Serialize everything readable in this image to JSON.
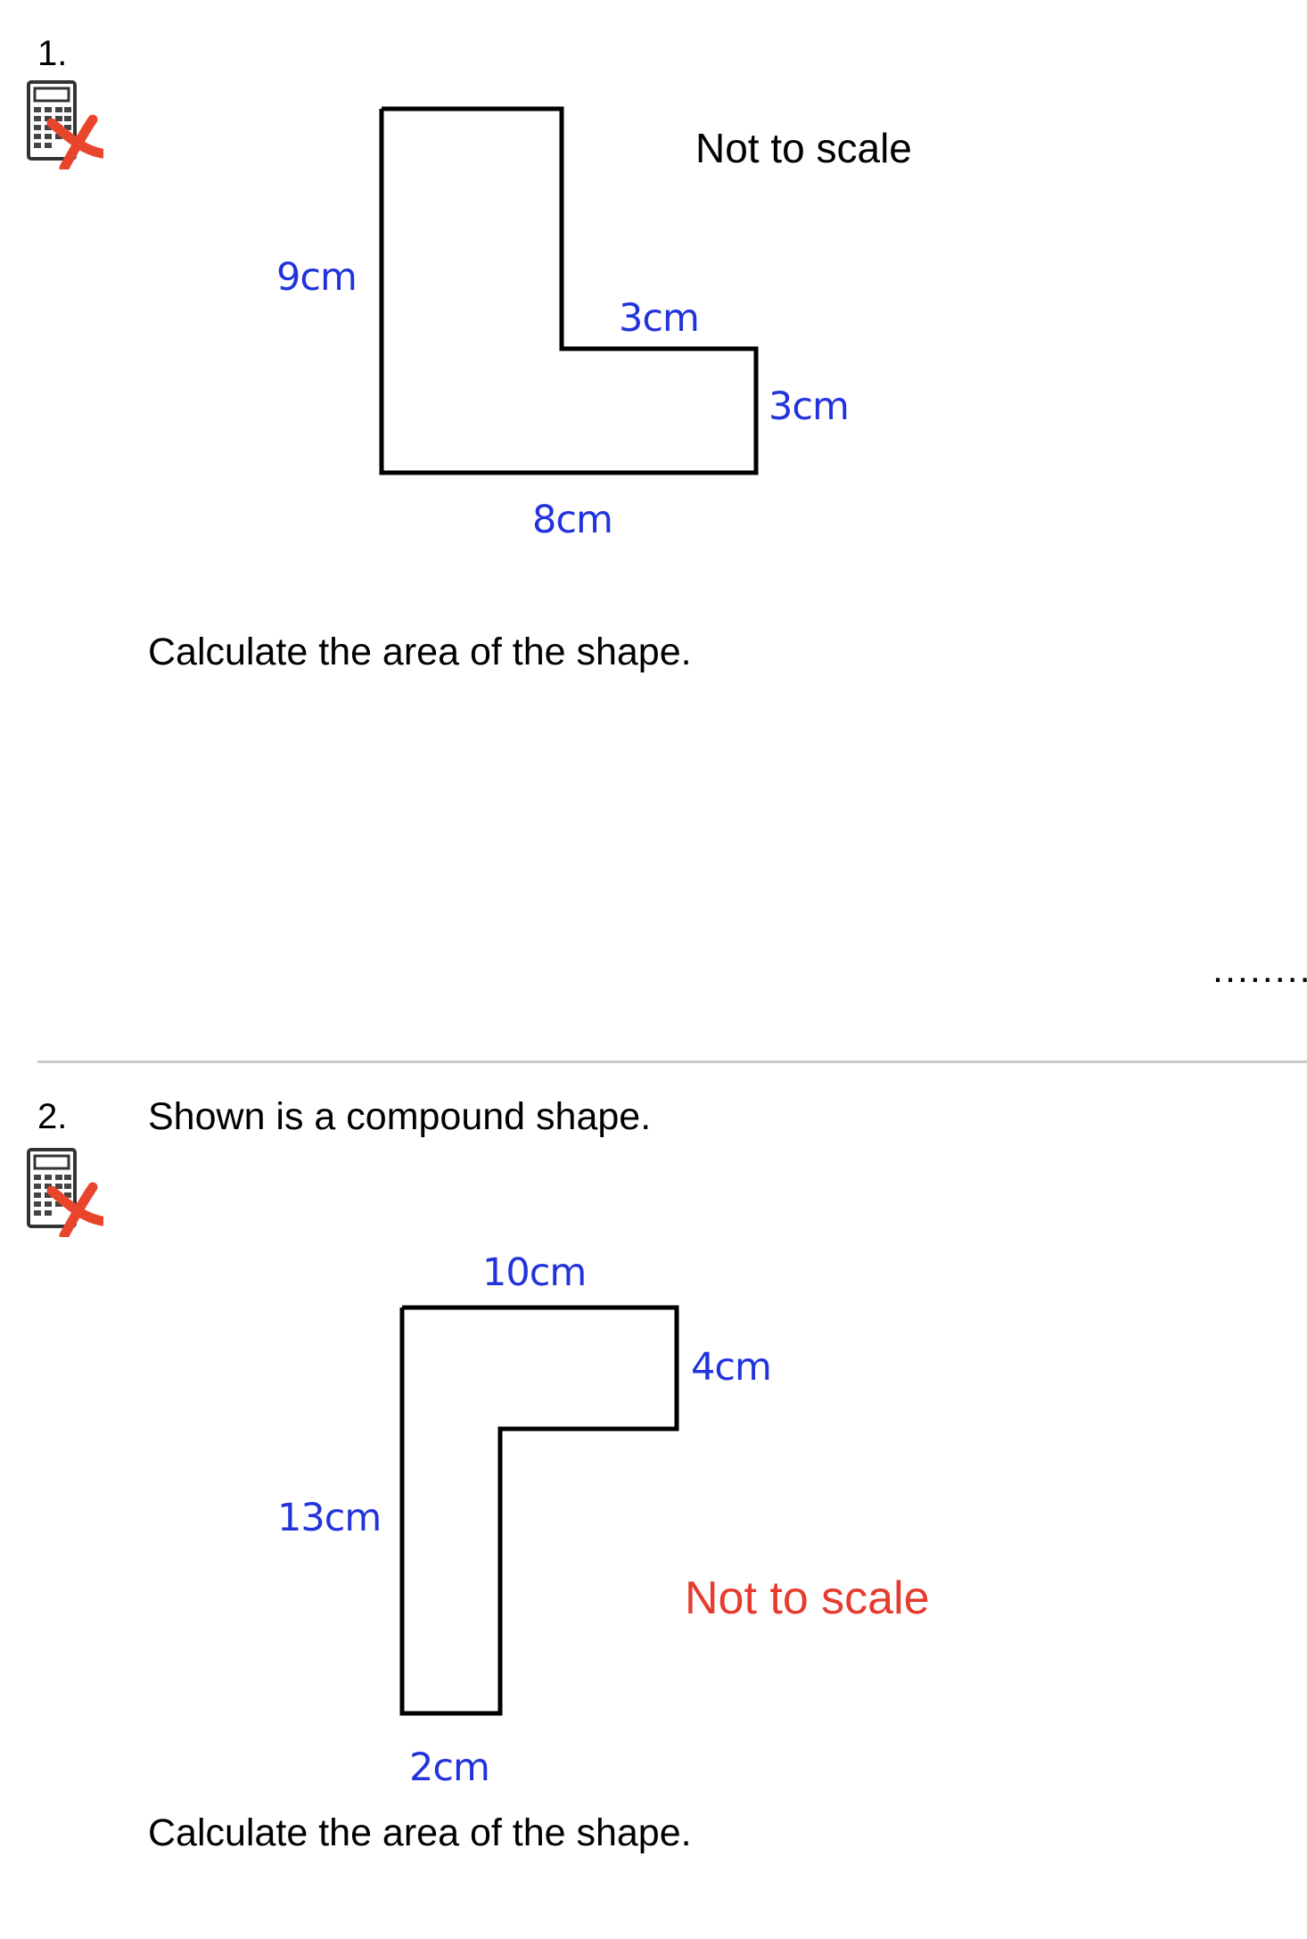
{
  "questions": [
    {
      "number": "1.",
      "not_to_scale": "Not to scale",
      "labels": {
        "left": "9cm",
        "inner_step": "3cm",
        "right": "3cm",
        "bottom": "8cm"
      },
      "prompt": "Calculate the area of the shape.",
      "answer_dots": "........"
    },
    {
      "number": "2.",
      "intro": "Shown is a compound shape.",
      "labels": {
        "top": "10cm",
        "right": "4cm",
        "left": "13cm",
        "bottom": "2cm"
      },
      "not_to_scale": "Not to scale",
      "prompt": "Calculate the area of the shape."
    }
  ],
  "colors": {
    "dimension_label": "#2233dd",
    "not_to_scale_q2": "#e63b2e",
    "calculator_cross": "#e8452c",
    "divider": "#c8c8c8"
  },
  "icons": [
    "no-calculator-icon"
  ]
}
